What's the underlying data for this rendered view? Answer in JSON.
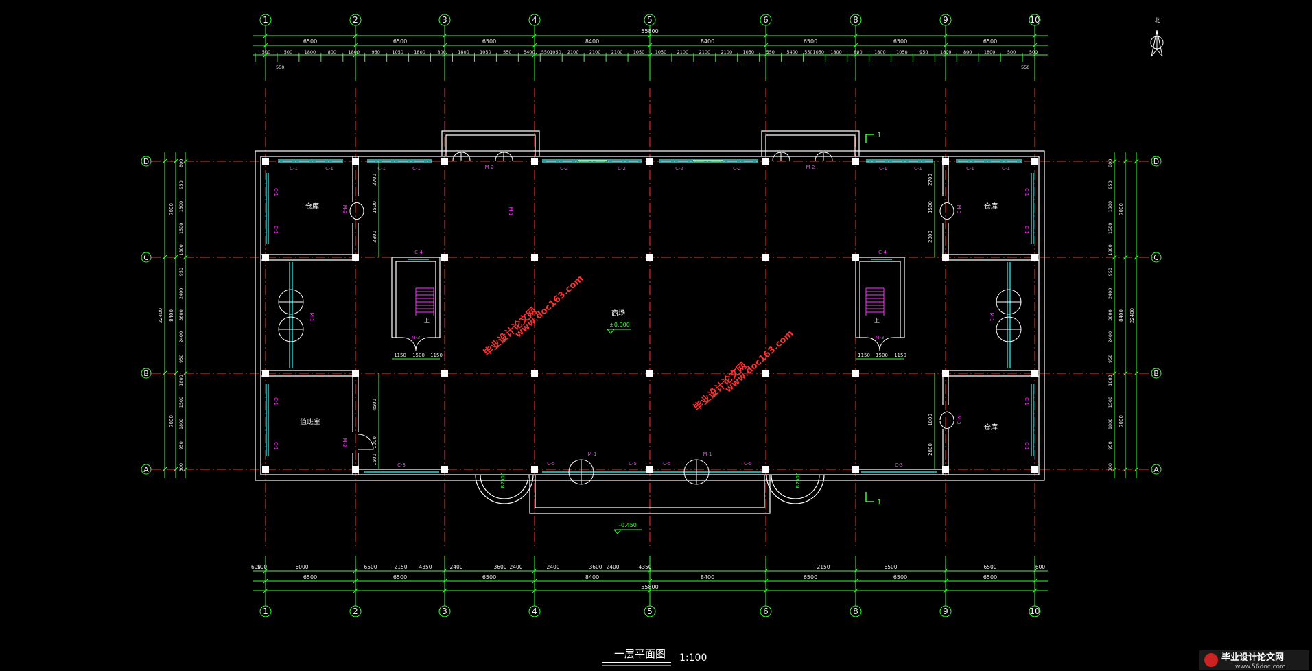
{
  "title": "一层平面图",
  "scale": "1:100",
  "north_label": "北",
  "overall_dim": "55800",
  "overall_dim_bottom": "55800",
  "grid_h": [
    "1",
    "2",
    "3",
    "4",
    "5",
    "6",
    "8",
    "9",
    "10"
  ],
  "grid_v": [
    "D",
    "C",
    "B",
    "A"
  ],
  "top_dims_row1": [
    "6500",
    "6500",
    "6500",
    "8400",
    "8400",
    "6500",
    "6500",
    "6500"
  ],
  "top_dims_row2": [
    "500",
    "500",
    "1800",
    "800",
    "1800",
    "950",
    "1050",
    "1800",
    "800",
    "1800",
    "1050",
    "550",
    "5400",
    "5501050",
    "2100",
    "2100",
    "2100",
    "1050",
    "1050",
    "2100",
    "2100",
    "2100",
    "1050",
    "550",
    "5400",
    "5501050",
    "1800",
    "800",
    "1800",
    "1050",
    "950",
    "1800",
    "800",
    "1800",
    "500",
    "500"
  ],
  "top_small_left": "550",
  "top_small_right": "550",
  "bottom_dims_row1": [
    "600",
    "500",
    "6000",
    "6500",
    "2150",
    "4350",
    "2400",
    "3600",
    "2400",
    "2400",
    "3600",
    "2400",
    "4350",
    "2150",
    "6500",
    "6500",
    "600"
  ],
  "bottom_dims_row2": [
    "6500",
    "6500",
    "6500",
    "8400",
    "8400",
    "6500",
    "6500",
    "6500"
  ],
  "left_dims_outer": [
    "22400"
  ],
  "left_dims_mid": [
    "7000",
    "8400",
    "7000"
  ],
  "left_dims_inner": [
    "800",
    "950",
    "1800",
    "1500",
    "1800",
    "950",
    "2400",
    "3600",
    "2400",
    "950",
    "1800",
    "1500",
    "1800",
    "950",
    "800"
  ],
  "right_dims_outer": [
    "22400"
  ],
  "right_dims_mid": [
    "7000",
    "8400",
    "7000"
  ],
  "right_dims_inner": [
    "800",
    "950",
    "1800",
    "1500",
    "1800",
    "950",
    "2400",
    "3600",
    "2400",
    "950",
    "1800",
    "1500",
    "1800",
    "950",
    "800"
  ],
  "rooms": {
    "warehouse_tl": "仓库",
    "warehouse_tr": "仓库",
    "warehouse_br": "仓库",
    "duty_room": "值班室",
    "mall": "商场",
    "mall_elev": "±0.000",
    "outside_elev": "-0.450"
  },
  "tags": {
    "c1": "C-1",
    "c2": "C-2",
    "c3": "C-3",
    "c4": "C-4",
    "c5": "C-5",
    "m1": "M-1",
    "m2": "M-2",
    "m3": "M-3",
    "up": "上",
    "r_left": "R2500",
    "r_right": "R2500"
  },
  "stair_dims": [
    "1150",
    "1500",
    "1150"
  ],
  "inner_vert_dims_left": [
    "2700",
    "1500",
    "2800",
    "4500",
    "1000",
    "1500"
  ],
  "inner_vert_dims_right": [
    "2700",
    "1500",
    "2800",
    "1800",
    "2800"
  ],
  "section_mark": "1",
  "watermark_1": "毕业设计论文网",
  "watermark_1_url": "www.doc163.com",
  "watermark_2": "毕业设计论文网",
  "watermark_2_url": "www.doc163.com",
  "corner_logo_text": "毕业设计论文网",
  "corner_logo_url": "www.56doc.com",
  "colors": {
    "background": "#000000",
    "wall": "#ffffff",
    "axis_line": "#ff3030",
    "dim_line": "#33ff33",
    "window": "#33ffff",
    "tag": "#ff33ff",
    "door": "#ffffff",
    "watermark": "#ff3030"
  }
}
